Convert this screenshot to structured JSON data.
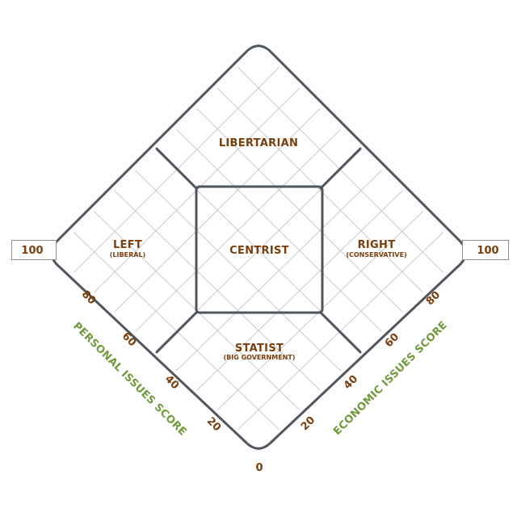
{
  "regions": {
    "libertarian": {
      "main": "LIBERTARIAN",
      "sub": ""
    },
    "left": {
      "main": "LEFT",
      "sub": "(LIBERAL)"
    },
    "centrist": {
      "main": "CENTRIST",
      "sub": ""
    },
    "right": {
      "main": "RIGHT",
      "sub": "(CONSERVATIVE)"
    },
    "statist": {
      "main": "STATIST",
      "sub": "(BIG GOVERNMENT)"
    }
  },
  "axes": {
    "personal": {
      "title": "PERSONAL ISSUES SCORE",
      "ticks": [
        "20",
        "40",
        "60",
        "80"
      ],
      "end_label": "100"
    },
    "economic": {
      "title": "ECONOMIC ISSUES SCORE",
      "ticks": [
        "20",
        "40",
        "60",
        "80"
      ],
      "end_label": "100"
    },
    "origin_label": "0"
  },
  "colors": {
    "label_brown": "#7a3e0d",
    "axis_green": "#6f9a3b",
    "border": "#4f565e",
    "grid": "#c9c9c9"
  }
}
